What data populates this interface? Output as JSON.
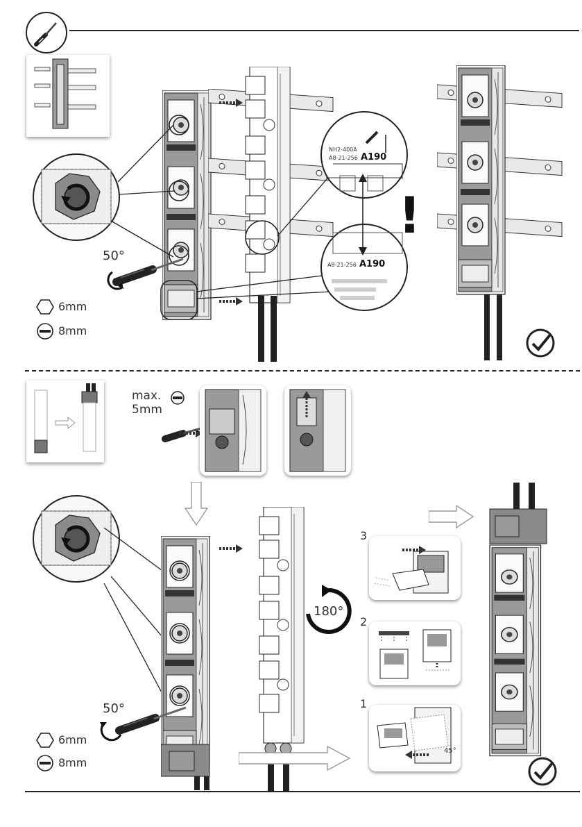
{
  "top": {
    "rotation_label": "50°",
    "tools": [
      {
        "icon": "hex-socket-icon",
        "label": "6mm"
      },
      {
        "icon": "flat-blade-icon",
        "label": "8mm"
      }
    ],
    "label_top_line1": "NH2-400A",
    "label_top_line2": "A8-21-256",
    "label_top_code": "A190",
    "label_bottom_line": "A8-21-256",
    "label_bottom_code": "A190",
    "warning_symbol": "!",
    "done_icon": "check-circle-icon"
  },
  "bottom": {
    "max_label_line1": "max.",
    "max_label_line2": "5mm",
    "rotation_label": "50°",
    "flip_label": "180°",
    "tools": [
      {
        "icon": "hex-socket-icon",
        "label": "6mm"
      },
      {
        "icon": "flat-blade-icon",
        "label": "8mm"
      }
    ],
    "steps": [
      "3",
      "2",
      "1"
    ],
    "angle_label": "45°",
    "done_icon": "check-circle-icon"
  },
  "colors": {
    "line": "#1a1a1a",
    "part_gray": "#8a8a8a",
    "busbar": "#e6e6e6"
  }
}
